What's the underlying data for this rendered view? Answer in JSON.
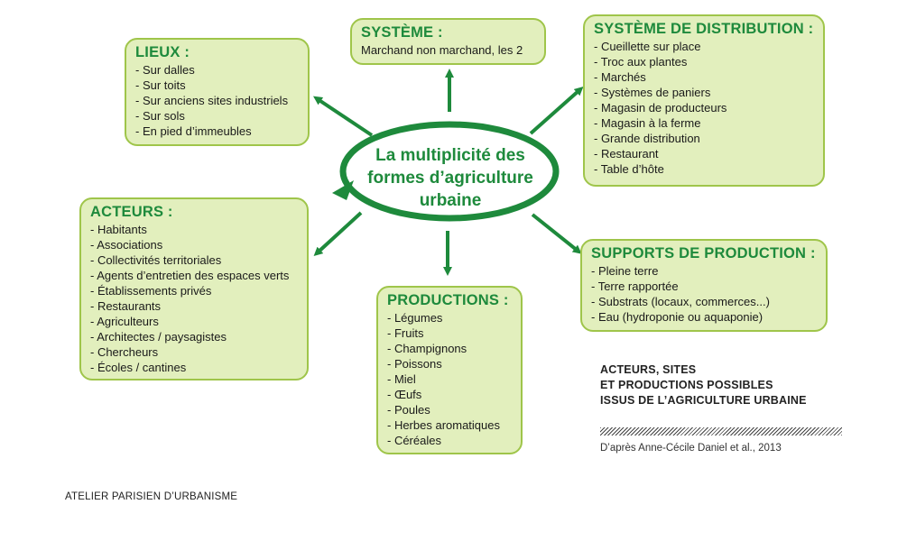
{
  "center": {
    "lines": [
      "La multiplicité des",
      "formes d’agriculture",
      "urbaine"
    ]
  },
  "systeme": {
    "title": "SYSTÈME :",
    "text": "Marchand non marchand, les 2"
  },
  "lieux": {
    "title": "LIEUX :",
    "items": [
      "- Sur dalles",
      "- Sur toits",
      "- Sur anciens sites industriels",
      "- Sur sols",
      "- En pied d’immeubles"
    ]
  },
  "distribution": {
    "title": "SYSTÈME DE DISTRIBUTION :",
    "items": [
      "- Cueillette sur place",
      "- Troc aux plantes",
      "- Marchés",
      "- Systèmes de paniers",
      "- Magasin de producteurs",
      "- Magasin à la ferme",
      "- Grande distribution",
      "- Restaurant",
      "- Table d’hôte"
    ]
  },
  "acteurs": {
    "title": "ACTEURS :",
    "items": [
      "- Habitants",
      "- Associations",
      "- Collectivités territoriales",
      "- Agents d’entretien des espaces verts",
      "- Établissements privés",
      "- Restaurants",
      "- Agriculteurs",
      "- Architectes / paysagistes",
      "- Chercheurs",
      "- Écoles / cantines"
    ]
  },
  "supports": {
    "title": "SUPPORTS DE PRODUCTION :",
    "items": [
      "- Pleine terre",
      "- Terre rapportée",
      "- Substrats (locaux, commerces...)",
      "- Eau (hydroponie ou aquaponie)"
    ]
  },
  "productions": {
    "title": "PRODUCTIONS :",
    "items": [
      "- Légumes",
      "- Fruits",
      "- Champignons",
      "- Poissons",
      "- Miel",
      "- Œufs",
      "- Poules",
      "- Herbes aromatiques",
      "- Céréales"
    ]
  },
  "caption": {
    "lines": [
      "ACTEURS, SITES",
      "ET PRODUCTIONS POSSIBLES",
      "ISSUS DE L’AGRICULTURE URBAINE"
    ],
    "source": "D’après Anne-Cécile Daniel et al., 2013"
  },
  "footer": "ATELIER PARISIEN D’URBANISME",
  "colors": {
    "arrow": "#1e8a3c",
    "box_fill": "#e2efbd",
    "box_border": "#9fc54a",
    "title": "#1e8a3c"
  }
}
